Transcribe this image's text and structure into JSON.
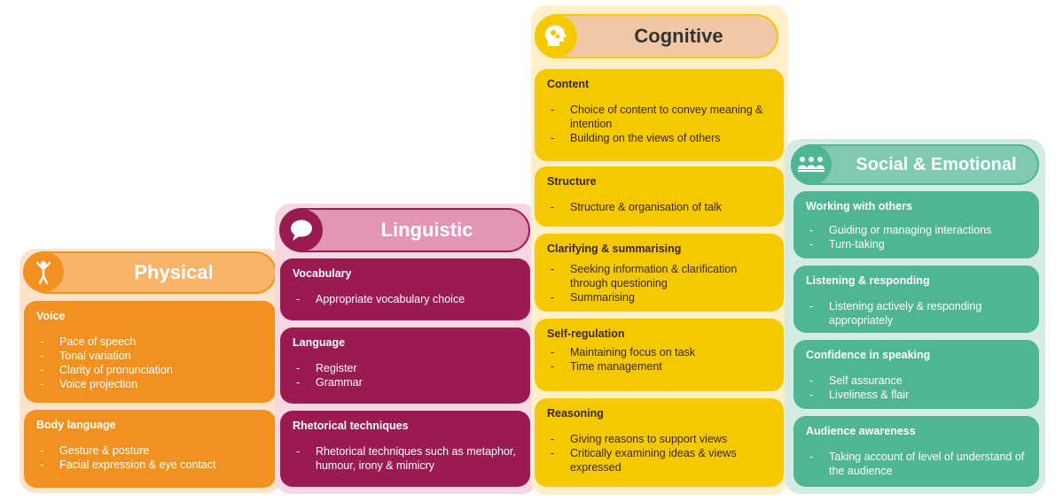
{
  "physical": {
    "title": "Physical",
    "colors": {
      "card": "#f29120",
      "header": "#f9b46a",
      "panel": "#fde3cc"
    },
    "icon": "person-icon",
    "cards": [
      {
        "title": "Voice",
        "items": [
          "Pace of speech",
          "Tonal variation",
          "Clarity of pronunciation",
          "Voice projection"
        ]
      },
      {
        "title": "Body language",
        "items": [
          "Gesture & posture",
          "Facial expression & eye contact"
        ]
      }
    ]
  },
  "linguistic": {
    "title": "Linguistic",
    "colors": {
      "card": "#9a1b52",
      "header": "#e495b6",
      "panel": "#f7d7e2"
    },
    "icon": "speech-bubble-icon",
    "cards": [
      {
        "title": "Vocabulary",
        "items": [
          "Appropriate vocabulary choice"
        ]
      },
      {
        "title": "Language",
        "items": [
          "Register",
          "Grammar"
        ]
      },
      {
        "title": "Rhetorical techniques",
        "items": [
          "Rhetorical techniques such as metaphor, humour, irony & mimicry"
        ]
      }
    ]
  },
  "cognitive": {
    "title": "Cognitive",
    "colors": {
      "card": "#f5c800",
      "header": "#f1c8a5",
      "panel": "#fdf0c8"
    },
    "icon": "head-gears-icon",
    "cards": [
      {
        "title": "Content",
        "items": [
          "Choice of content to convey meaning & intention",
          "Building on the views of others"
        ]
      },
      {
        "title": "Structure",
        "items": [
          "Structure & organisation of talk"
        ]
      },
      {
        "title": "Clarifying & summarising",
        "items": [
          "Seeking information & clarification through questioning",
          "Summarising"
        ]
      },
      {
        "title": "Self-regulation",
        "items": [
          "Maintaining focus on task",
          "Time management"
        ]
      },
      {
        "title": "Reasoning",
        "items": [
          "Giving reasons to support views",
          "Critically examining ideas & views expressed"
        ]
      }
    ]
  },
  "social": {
    "title": "Social & Emotional",
    "colors": {
      "card": "#4fb594",
      "header": "#7fcab0",
      "panel": "#d4ece5"
    },
    "icon": "group-icon",
    "cards": [
      {
        "title": "Working with others",
        "items": [
          "Guiding or managing interactions",
          "Turn-taking"
        ]
      },
      {
        "title": "Listening & responding",
        "items": [
          "Listening actively & responding appropriately"
        ]
      },
      {
        "title": "Confidence in speaking",
        "items": [
          "Self assurance",
          "Liveliness & flair"
        ]
      },
      {
        "title": "Audience awareness",
        "items": [
          "Taking account of level of understand of the audience"
        ]
      }
    ]
  }
}
